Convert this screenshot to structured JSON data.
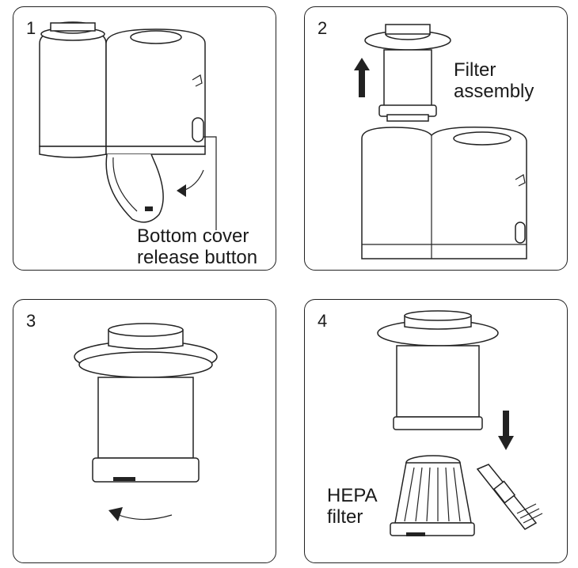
{
  "steps": [
    {
      "number": "1",
      "label_line1": "Bottom cover",
      "label_line2": "release button"
    },
    {
      "number": "2",
      "label_line1": "Filter",
      "label_line2": "assembly"
    },
    {
      "number": "3"
    },
    {
      "number": "4",
      "label_line1": "HEPA",
      "label_line2": "filter"
    }
  ],
  "colors": {
    "line": "#222222",
    "background": "#ffffff"
  },
  "icons": [
    "arrow-up-icon",
    "arrow-down-icon",
    "curved-arrow-icon",
    "cleaning-brush-icon"
  ]
}
